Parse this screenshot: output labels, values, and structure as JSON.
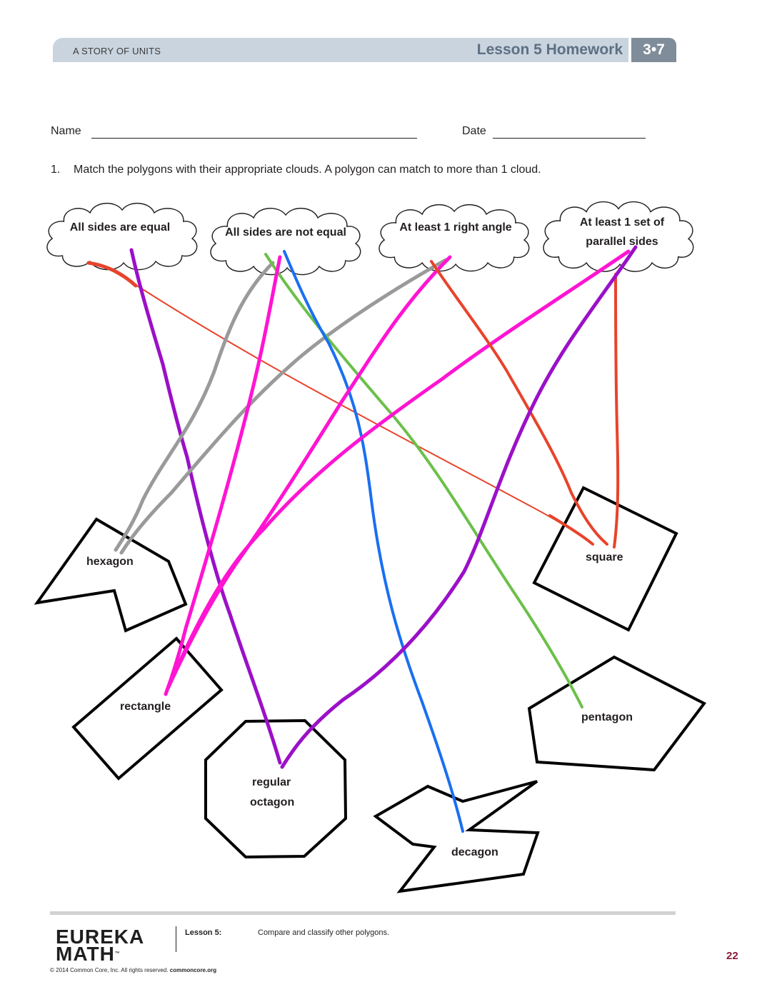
{
  "header": {
    "series": "A STORY OF UNITS",
    "lesson_title": "Lesson 5 Homework",
    "grade_module": "3•7"
  },
  "form": {
    "name_label": "Name",
    "date_label": "Date"
  },
  "question": {
    "number": "1.",
    "text": "Match the polygons with their appropriate clouds.  A polygon can match to more than 1 cloud."
  },
  "clouds": [
    {
      "lines": [
        "All sides are equal"
      ]
    },
    {
      "lines": [
        "All sides are not equal"
      ]
    },
    {
      "lines": [
        "At least 1 right angle"
      ]
    },
    {
      "lines": [
        "At least 1 set of",
        "parallel sides"
      ]
    }
  ],
  "shapes": {
    "hexagon": "hexagon",
    "square": "square",
    "rectangle": "rectangle",
    "pentagon": "pentagon",
    "octagon_line1": "regular",
    "octagon_line2": "octagon",
    "decagon": "decagon"
  },
  "colors": {
    "all_sides_equal": "#e8432b",
    "all_sides_equal_purple": "#9b10c8",
    "not_equal_gray": "#9a9a9a",
    "not_equal_green": "#6cc04a",
    "not_equal_blue": "#1a6ff2",
    "not_equal_magenta": "#ff14d2",
    "right_angle_red": "#e8432b",
    "parallel_purple": "#9b10c8",
    "parallel_red": "#e8432b"
  },
  "footer": {
    "logo_line1": "EUREKA",
    "logo_line2": "MATH",
    "lesson_label": "Lesson 5:",
    "lesson_desc": "Compare and classify other polygons.",
    "copyright_prefix": "© 2014 Common Core, Inc. All rights reserved.",
    "copyright_site": "commoncore.org",
    "page_number": "22"
  }
}
